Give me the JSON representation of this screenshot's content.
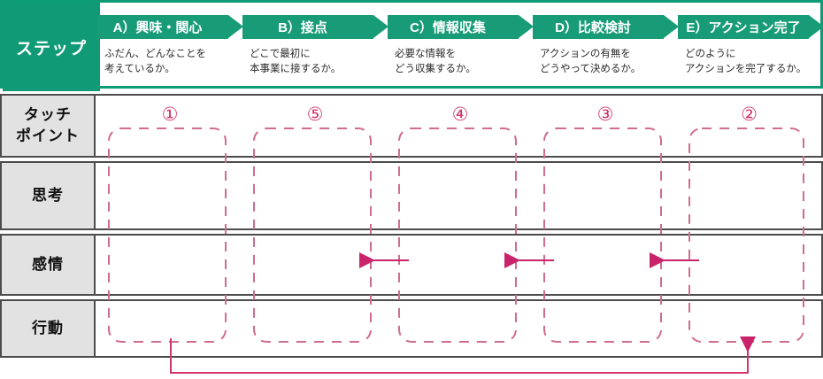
{
  "accent": {
    "green": "#109b76",
    "green_chevron": "#189c78",
    "pink": "#d2356b",
    "pink_dash": "#d06c8e",
    "row_label_bg": "#e2e2e2",
    "grid_line": "#4c4c4c"
  },
  "header": {
    "corner_label": "ステップ",
    "steps": [
      {
        "title": "A）興味・関心",
        "desc": "ふだん、どんなことを\n考えているか。"
      },
      {
        "title": "B）接点",
        "desc": "どこで最初に\n本事業に接するか。"
      },
      {
        "title": "C）情報収集",
        "desc": "必要な情報を\nどう収集するか。"
      },
      {
        "title": "D）比較検討",
        "desc": "アクションの有無を\nどうやって決めるか。"
      },
      {
        "title": "E）アクション完了",
        "desc": "どのように\nアクションを完了するか。"
      }
    ]
  },
  "rows": [
    {
      "label": "タッチ\nポイント"
    },
    {
      "label": "思考"
    },
    {
      "label": "感情"
    },
    {
      "label": "行動"
    }
  ],
  "touchpoint_numbers": [
    "①",
    "⑤",
    "④",
    "③",
    "②"
  ],
  "annotations": {
    "emotion_arrows_count": 3,
    "emotion_arrow_direction": "left",
    "loop_arrow_direction": "up",
    "loop_arrow_from_column": 1,
    "loop_arrow_to_column": 5
  }
}
